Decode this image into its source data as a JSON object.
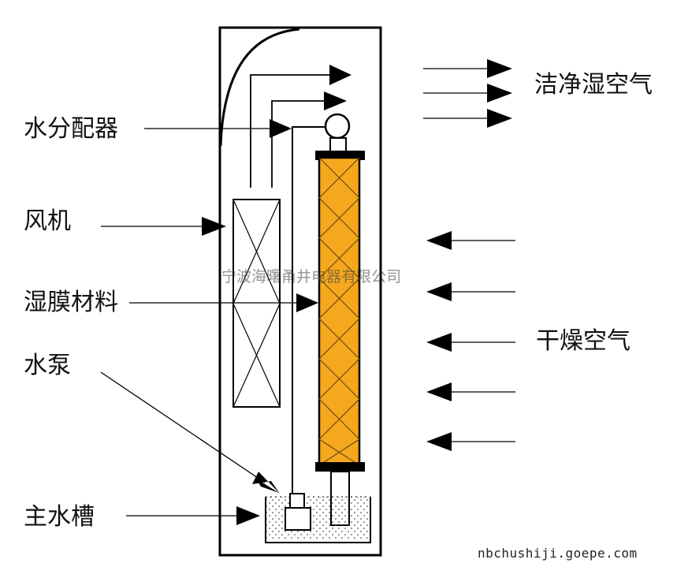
{
  "labels": {
    "water_distributor": "水分配器",
    "fan": "风机",
    "wet_film_material": "湿膜材料",
    "water_pump": "水泵",
    "main_water_tank": "主水槽",
    "clean_humid_air": "洁净湿空气",
    "dry_air": "干燥空气"
  },
  "watermark": "宁波海曙甬井电器有限公司",
  "source_url": "nbchushiji.goepe.com",
  "colors": {
    "wet_film_fill": "#f5a81e",
    "outline": "#000000",
    "background": "#ffffff"
  }
}
